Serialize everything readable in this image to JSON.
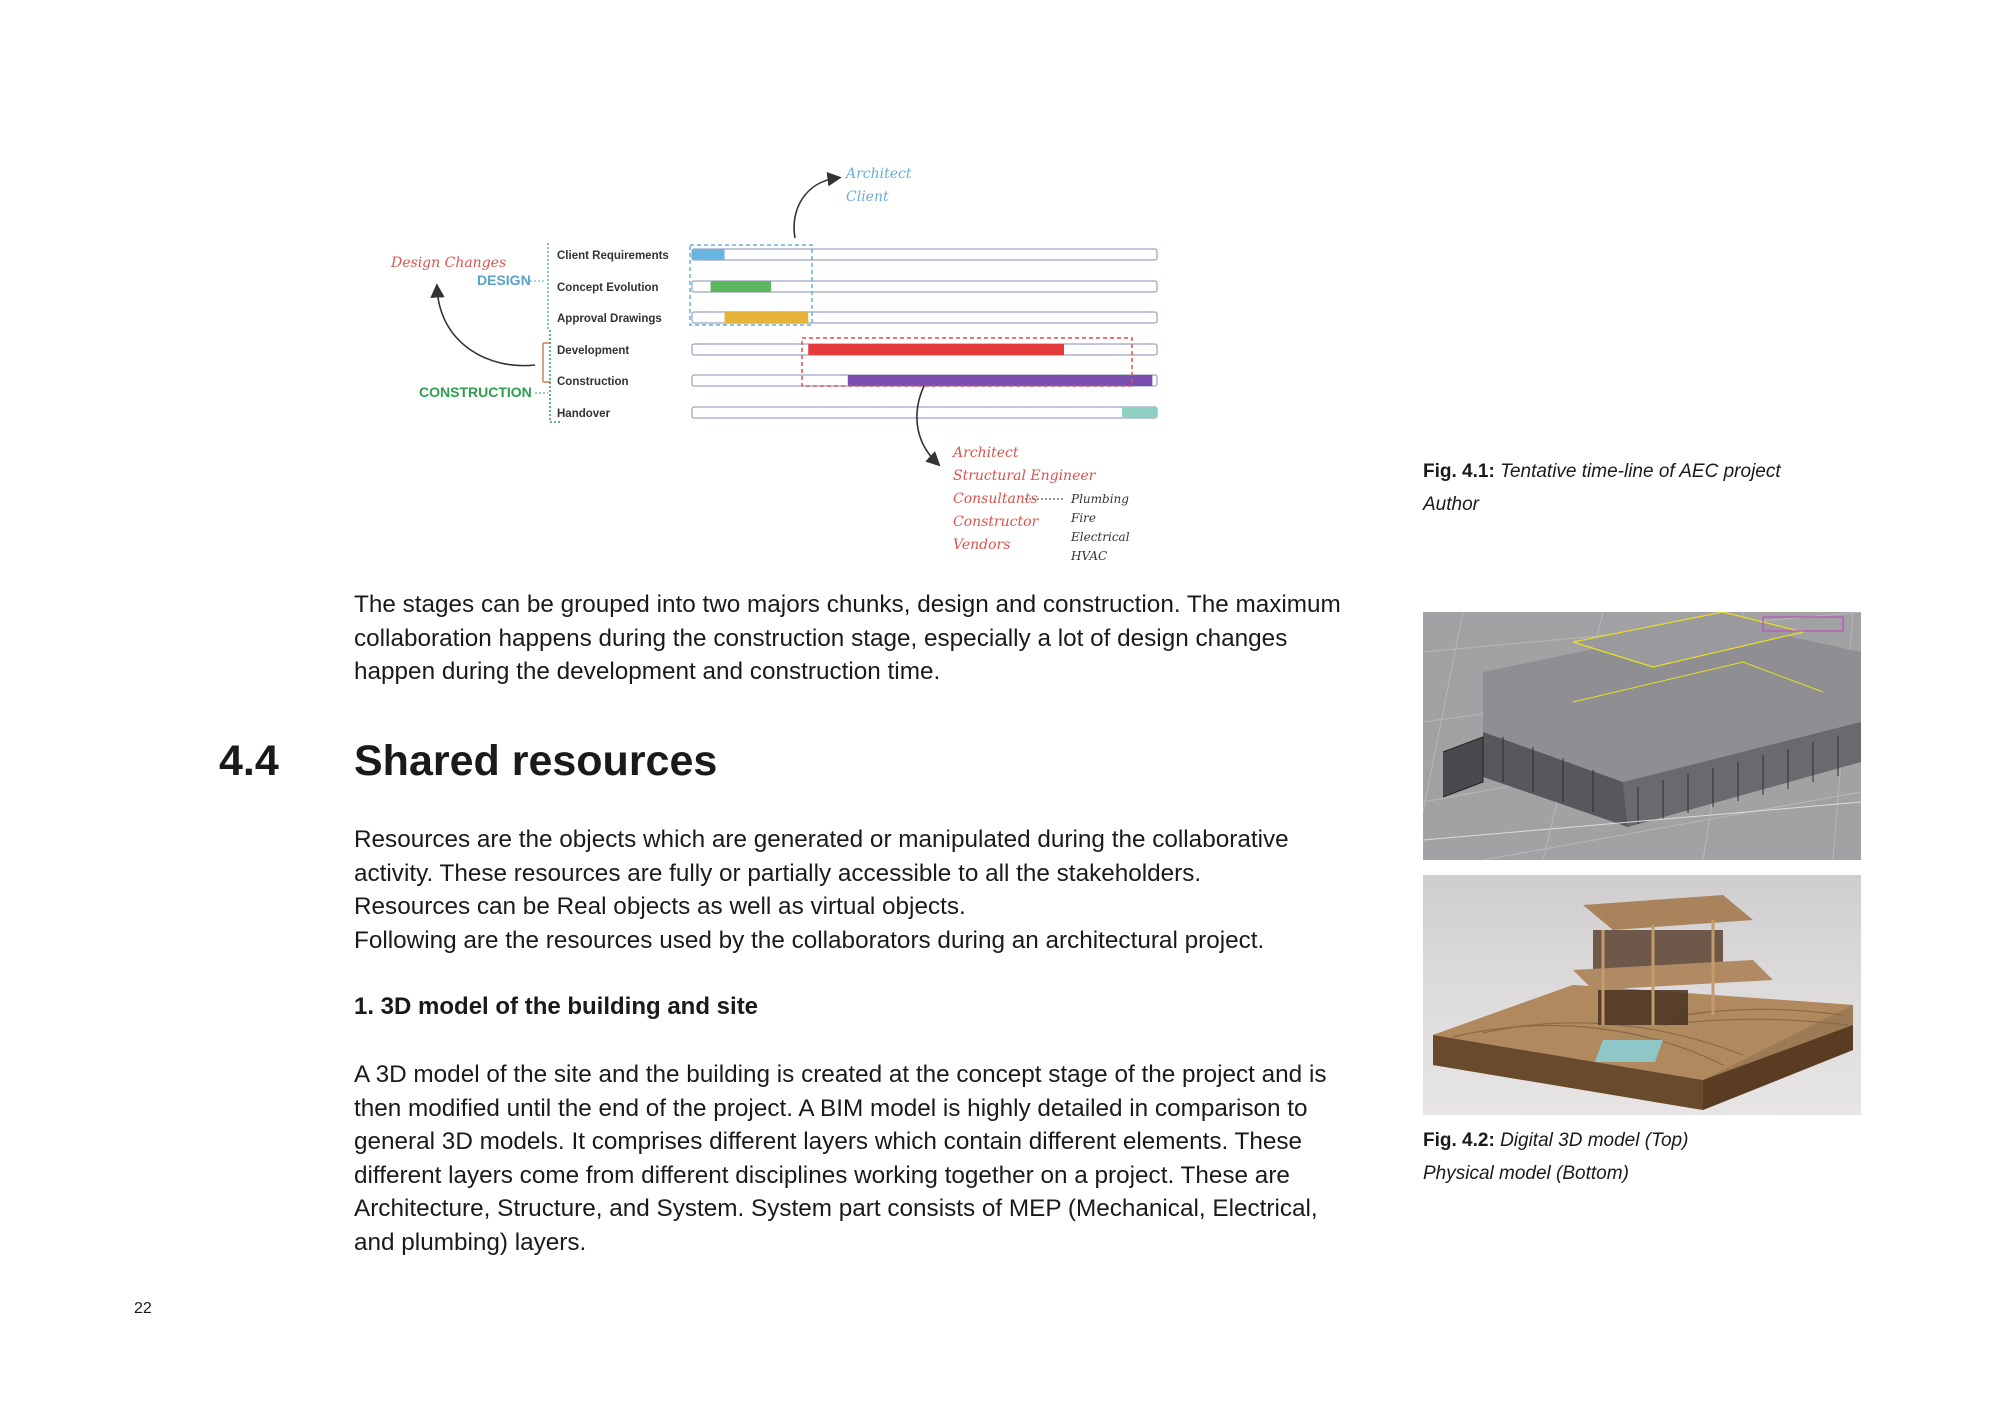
{
  "diagram": {
    "tasks": [
      "Client Requirements",
      "Concept Evolution",
      "Approval Drawings",
      "Development",
      "Construction",
      "Handover"
    ],
    "phases": {
      "design": "DESIGN",
      "construction": "CONSTRUCTION"
    },
    "design_changes": "Design Changes",
    "top_roles": [
      "Architect",
      "Client"
    ],
    "bottom_roles": [
      "Architect",
      "Structural Engineer",
      "Consultants",
      "Constructor",
      "Vendors"
    ],
    "consultant_types": [
      "Plumbing",
      "Fire",
      "Electrical",
      "HVAC"
    ],
    "bars": [
      {
        "start": 0.0,
        "end": 0.07,
        "color": "#6ab4e0"
      },
      {
        "start": 0.04,
        "end": 0.17,
        "color": "#5cb85c"
      },
      {
        "start": 0.07,
        "end": 0.25,
        "color": "#e6b33a"
      },
      {
        "start": 0.25,
        "end": 0.8,
        "color": "#e53a3a"
      },
      {
        "start": 0.335,
        "end": 0.99,
        "color": "#7a4fb0"
      },
      {
        "start": 0.925,
        "end": 1.0,
        "color": "#8ed1c1"
      }
    ],
    "colors": {
      "design": "#5aa3c8",
      "construction": "#2e9e4e",
      "design_changes": "#d9534f",
      "top_roles": "#6aaed6",
      "bottom_roles": "#d9534f"
    }
  },
  "caption1": {
    "label": "Fig. 4.1:",
    "title": "Tentative time-line of AEC project",
    "credit": "Author"
  },
  "intro_paragraph": "The stages can be grouped into two majors chunks, design and construction. The maximum collaboration happens during the construction stage, especially a lot of design changes happen during the development and construction time.",
  "section": {
    "number": "4.4",
    "title": "Shared resources"
  },
  "resources_paragraph": [
    "Resources are the objects which are generated or manipulated during the collaborative activity. These resources are fully or partially accessible to all the stakeholders.",
    "Resources can be Real objects as well as virtual objects.",
    "Following are the resources used by the collaborators during an architectural project."
  ],
  "subheading": "1. 3D model of the building and site",
  "model_paragraph": "A 3D model of the site and the building is created at the concept stage of the project and is then modified until the end of the project. A BIM model is highly detailed in comparison to general 3D models. It comprises different layers which contain different elements. These different layers come from different disciplines working together on a project. These are Architecture, Structure, and System. System part consists of MEP (Mechanical, Electrical, and plumbing) layers.",
  "caption2": {
    "label": "Fig. 4.2:",
    "line1": "Digital 3D model (Top)",
    "line2": "Physical model (Bottom)"
  },
  "page_number": "22"
}
